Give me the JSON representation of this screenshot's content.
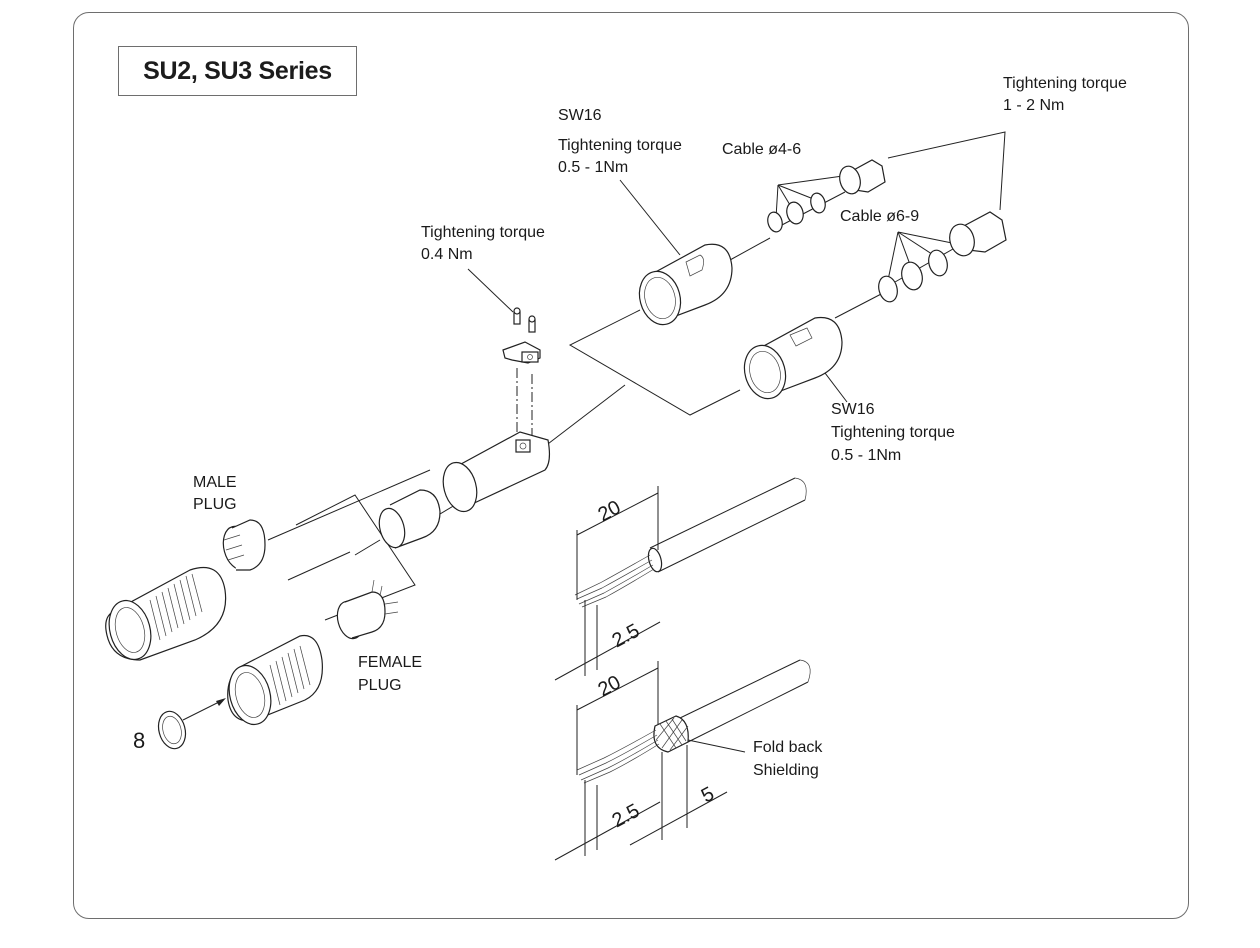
{
  "title": "SU2, SU3 Series",
  "labels": {
    "clamp_torque": [
      "Tightening torque",
      "0.4 Nm"
    ],
    "sw16_upper": [
      "SW16",
      "Tightening torque",
      "0.5 - 1Nm"
    ],
    "cable_small": "Cable ø4-6",
    "cable_large": "Cable ø6-9",
    "gland_torque": [
      "Tightening torque",
      "1 - 2 Nm"
    ],
    "sw16_lower": [
      "SW16",
      "Tightening torque",
      "0.5 - 1Nm"
    ],
    "male_plug": [
      "MALE",
      "PLUG"
    ],
    "female_plug": [
      "FEMALE",
      "PLUG"
    ],
    "ring_number": "8",
    "fold_back": [
      "Fold back",
      "Shielding"
    ]
  },
  "dimensions": {
    "cable1_strip": "20",
    "cable1_tip": "2.5",
    "cable2_strip": "20",
    "cable2_tip": "2.5",
    "cable2_shield": "5"
  }
}
